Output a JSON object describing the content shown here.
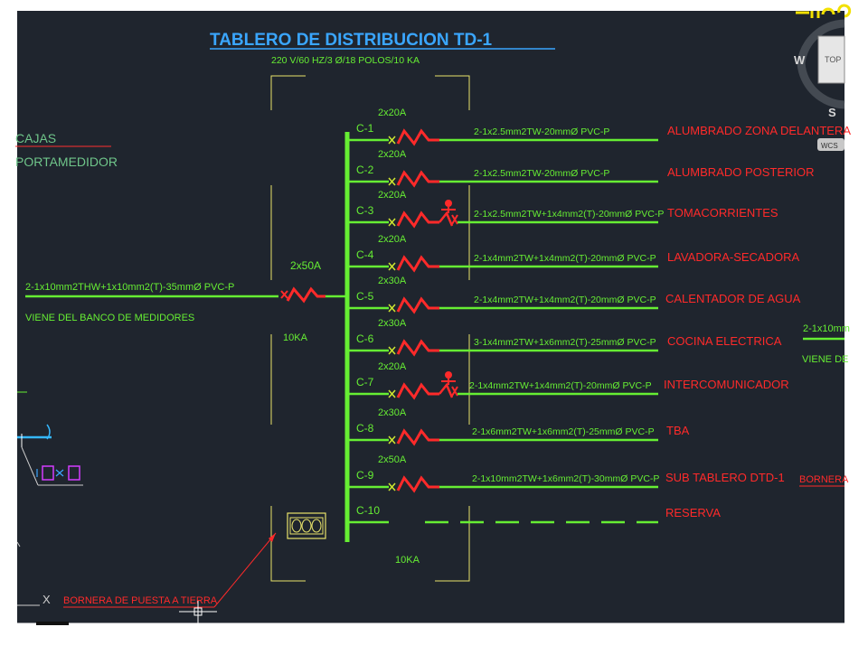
{
  "title": "TABLERO DE DISTRIBUCION TD-1",
  "subtitle": "220 V/60 HZ/3 Ø/18 POLOS/10 KA",
  "left_labels": {
    "cajas": "CAJAS",
    "portamedidor": "PORTAMEDIDOR",
    "feeder_cable": "2-1x10mm2THW+1x10mm2(T)-35mmØ PVC-P",
    "feeder_source": "VIENE DEL BANCO DE MEDIDORES",
    "bornera_tierra": "BORNERA DE PUESTA A TIERRA",
    "x_mark": "X"
  },
  "main_breaker": {
    "rating": "2x50A",
    "ka": "10KA"
  },
  "bottom_ka": "10KA",
  "circuits": [
    {
      "id": "C-1",
      "rating": "2x20A",
      "cable": "2-1x2.5mm2TW-20mmØ PVC-P",
      "load": "ALUMBRADO ZONA DELANTERA",
      "diff": false
    },
    {
      "id": "C-2",
      "rating": "2x20A",
      "cable": "2-1x2.5mm2TW-20mmØ PVC-P",
      "load": "ALUMBRADO POSTERIOR",
      "diff": false
    },
    {
      "id": "C-3",
      "rating": "2x20A",
      "cable": "2-1x2.5mm2TW+1x4mm2(T)-20mmØ PVC-P",
      "load": "TOMACORRIENTES",
      "diff": true
    },
    {
      "id": "C-4",
      "rating": "2x20A",
      "cable": "2-1x4mm2TW+1x4mm2(T)-20mmØ PVC-P",
      "load": "LAVADORA-SECADORA",
      "diff": false
    },
    {
      "id": "C-5",
      "rating": "2x30A",
      "cable": "2-1x4mm2TW+1x4mm2(T)-20mmØ PVC-P",
      "load": "CALENTADOR DE AGUA",
      "diff": false
    },
    {
      "id": "C-6",
      "rating": "2x30A",
      "cable": "3-1x4mm2TW+1x6mm2(T)-25mmØ PVC-P",
      "load": "COCINA ELECTRICA",
      "diff": false
    },
    {
      "id": "C-7",
      "rating": "2x20A",
      "cable": "2-1x4mm2TW+1x4mm2(T)-20mmØ PVC-P",
      "load": "INTERCOMUNICADOR",
      "diff": true
    },
    {
      "id": "C-8",
      "rating": "2x30A",
      "cable": "2-1x6mm2TW+1x6mm2(T)-25mmØ PVC-P",
      "load": "TBA",
      "diff": false
    },
    {
      "id": "C-9",
      "rating": "2x50A",
      "cable": "2-1x10mm2TW+1x6mm2(T)-30mmØ PVC-P",
      "load": "SUB TABLERO  DTD-1",
      "diff": false
    },
    {
      "id": "C-10",
      "rating": "",
      "cable": "",
      "load": "RESERVA",
      "diff": false
    }
  ],
  "right_fragments": {
    "cable": "2-1x10mm",
    "viene": "VIENE DE",
    "bornera": "BORNERA"
  },
  "viewcube": {
    "w": "W",
    "s": "S",
    "top": "TOP",
    "wcs": "WCS"
  },
  "colors": {
    "background": "#1f252e",
    "wire": "#66ee33",
    "breaker": "#ff2a2a",
    "title": "#3aa6ff",
    "enclosure": "#e8e36a",
    "cross": "#cfe830"
  }
}
